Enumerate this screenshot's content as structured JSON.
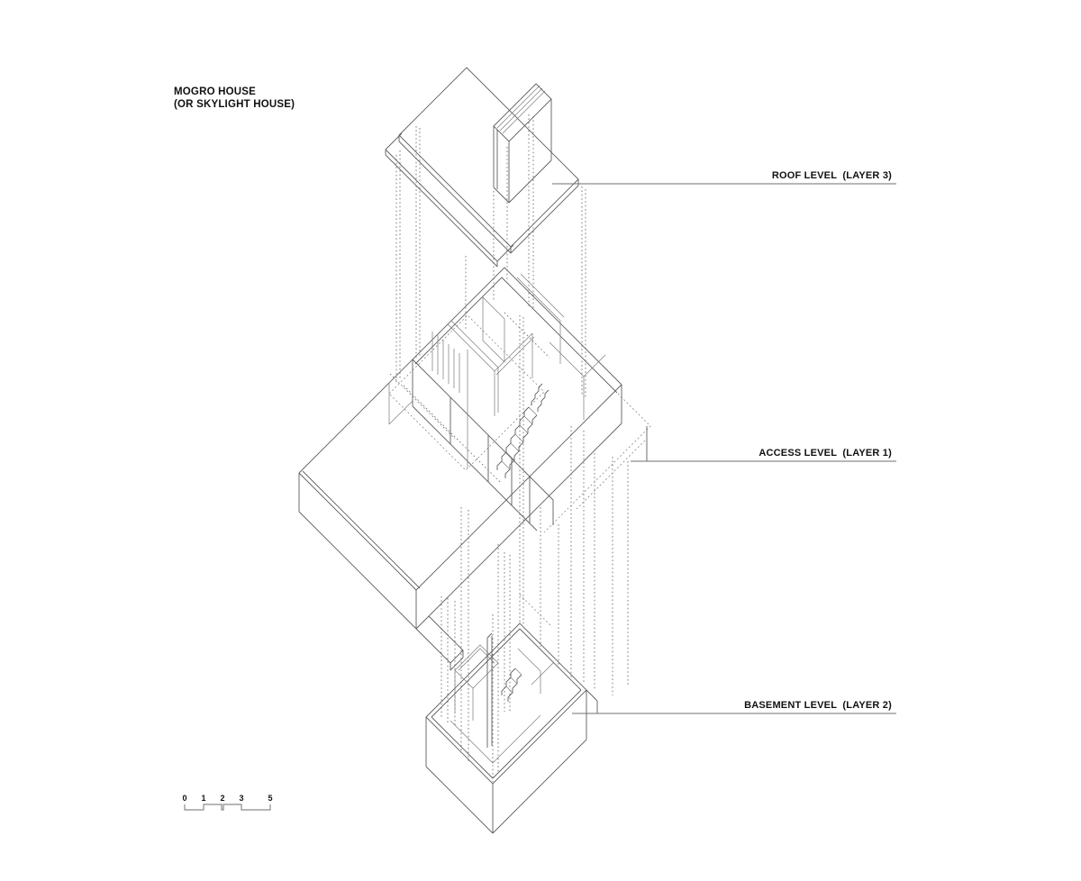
{
  "title": {
    "line1": "MOGRO HOUSE",
    "line2": "(OR SKYLIGHT HOUSE)"
  },
  "levels": [
    {
      "id": "roof",
      "label": "ROOF LEVEL  (LAYER 3)"
    },
    {
      "id": "access",
      "label": "ACCESS LEVEL  (LAYER 1)"
    },
    {
      "id": "basement",
      "label": "BASEMENT LEVEL  (LAYER 2)"
    }
  ],
  "scale_bar": {
    "ticks": [
      "0",
      "1",
      "2",
      "3",
      "5"
    ]
  },
  "colors": {
    "background": "#ffffff",
    "line": "#5f5f5f",
    "light_line": "#7a7a7a",
    "text": "#111111"
  }
}
